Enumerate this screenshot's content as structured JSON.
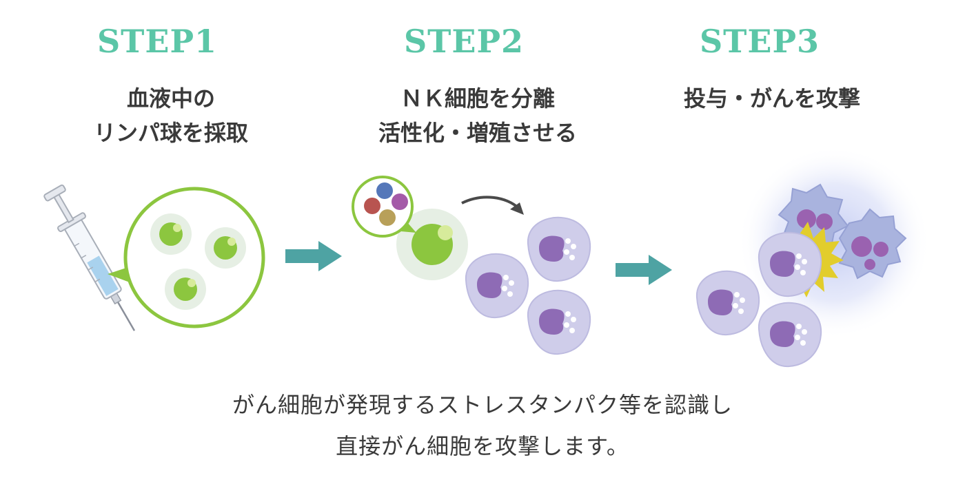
{
  "steps": [
    {
      "heading": "STEP1",
      "desc_lines": [
        "血液中の",
        "リンパ球を採取"
      ]
    },
    {
      "heading": "STEP2",
      "desc_lines": [
        "ＮＫ細胞を分離",
        "活性化・増殖させる"
      ]
    },
    {
      "heading": "STEP3",
      "desc_lines": [
        "投与・がんを攻撃"
      ]
    }
  ],
  "caption": {
    "line1": "がん細胞が発現するストレスタンパク等を認識し",
    "line2": "直接がん細胞を攻撃します。"
  },
  "colors": {
    "heading": "#5bc6a7",
    "text": "#3a3a3a",
    "arrow": "#4ea3a3",
    "lymph_green": "#8cc63f",
    "nk_cell": "#c9c8e8",
    "nk_nucleus": "#8e6bb5",
    "cancer_cell": "#a9b3de",
    "burst": "#e2cd2c"
  }
}
